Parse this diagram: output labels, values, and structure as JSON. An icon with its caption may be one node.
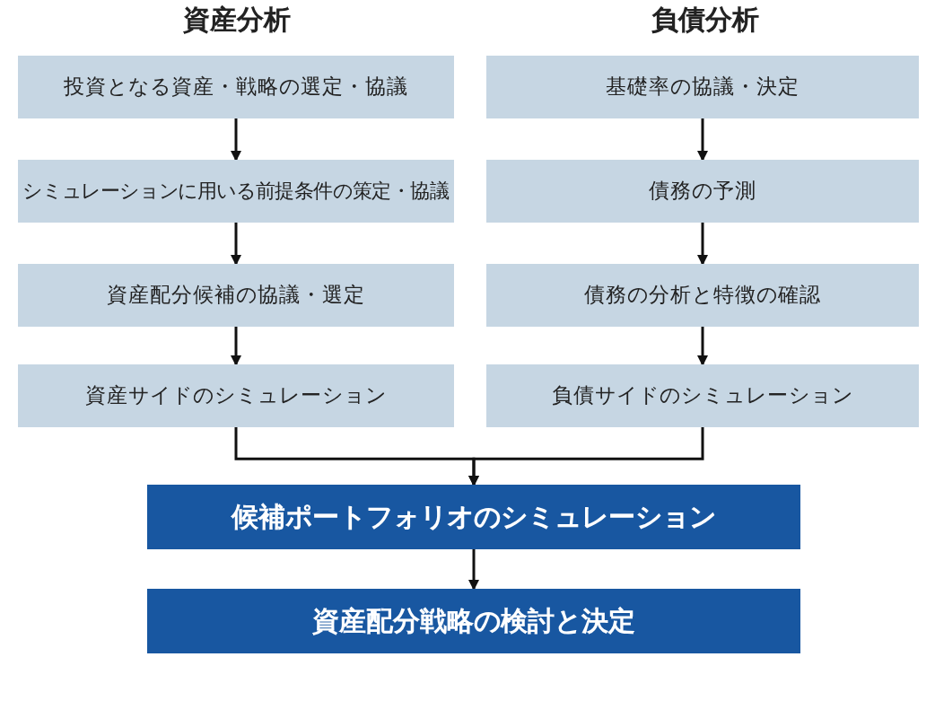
{
  "diagram": {
    "nodes": [
      {
        "text": [
          "投資となる資産・戦略の選定・協議"
        ]
      },
      {
        "text": [
          "シミュレーションに用いる前提条件の策定・協議"
        ]
      },
      {
        "text": [
          "資産配分候補の協議・選定"
        ]
      },
      {
        "text": [
          "資産サイドのシミュレーション"
        ]
      },
      {
        "text": [
          "基礎率の協議・決定"
        ]
      },
      {
        "text": [
          "債務の予測"
        ]
      },
      {
        "text": [
          "債務の分析と特徴の確認"
        ]
      },
      {
        "text": [
          "負債サイドのシミュレーション"
        ]
      },
      {
        "text": [
          "候補ポートフォリオのシミュレーション"
        ]
      },
      {
        "text": [
          "資産配分戦略の検討と決定"
        ]
      }
    ],
    "edges": [
      {
        "from": 0,
        "to": 1,
        "arrow": "to"
      },
      {
        "from": 1,
        "to": 2,
        "arrow": "to"
      },
      {
        "from": 2,
        "to": 3,
        "arrow": "to"
      },
      {
        "from": 4,
        "to": 5,
        "arrow": "to"
      },
      {
        "from": 5,
        "to": 6,
        "arrow": "to"
      },
      {
        "from": 6,
        "to": 7,
        "arrow": "to"
      },
      {
        "from": 3,
        "to": 8,
        "arrow": "to"
      },
      {
        "from": 7,
        "to": 8,
        "arrow": "to"
      },
      {
        "from": 8,
        "to": 9,
        "arrow": "to"
      }
    ],
    "labels": [
      "資産分析",
      "負債分析"
    ]
  }
}
